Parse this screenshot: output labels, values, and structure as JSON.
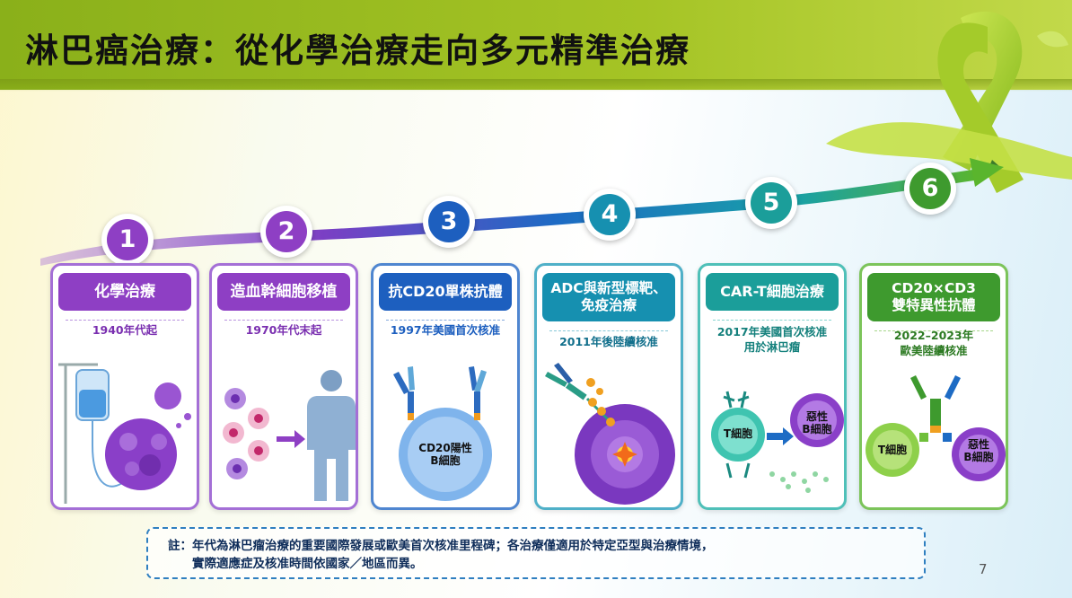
{
  "title": "淋巴癌治療：從化學治療走向多元精準治療",
  "steps": [
    {
      "number": "1",
      "title": "化學治療",
      "date": "1940年代起",
      "color": "#8e3fc4"
    },
    {
      "number": "2",
      "title": "造血幹細胞移植",
      "date": "1970年代末起",
      "color": "#8e3fc4"
    },
    {
      "number": "3",
      "title": "抗CD20單株抗體",
      "date": "1997年美國首次核准",
      "color": "#1d5fbf",
      "cell_label": "CD20陽性\nB細胞"
    },
    {
      "number": "4",
      "title": "ADC與新型標靶、\n免疫治療",
      "date": "2011年後陸續核准",
      "color": "#1690b0"
    },
    {
      "number": "5",
      "title": "CAR-T細胞治療",
      "date": "2017年美國首次核准\n用於淋巴瘤",
      "color": "#1b9e9a",
      "cell_label_t": "T細胞",
      "cell_label_b": "惡性\nB細胞"
    },
    {
      "number": "6",
      "title": "CD20×CD3\n雙特異性抗體",
      "date": "2022–2023年\n歐美陸續核准",
      "color": "#3e9a2e",
      "cell_label_t": "T細胞",
      "cell_label_b": "惡性\nB細胞"
    }
  ],
  "note": {
    "line1": "註：年代為淋巴瘤治療的重要國際發展或歐美首次核准里程碑；各治療僅適用於特定亞型與治療情境，",
    "line2": "　　實際適應症及核准時間依國家／地區而異。"
  },
  "page_number": "7",
  "colors": {
    "header_green": "#9bbd1f",
    "note_border": "#2f7fc0"
  }
}
